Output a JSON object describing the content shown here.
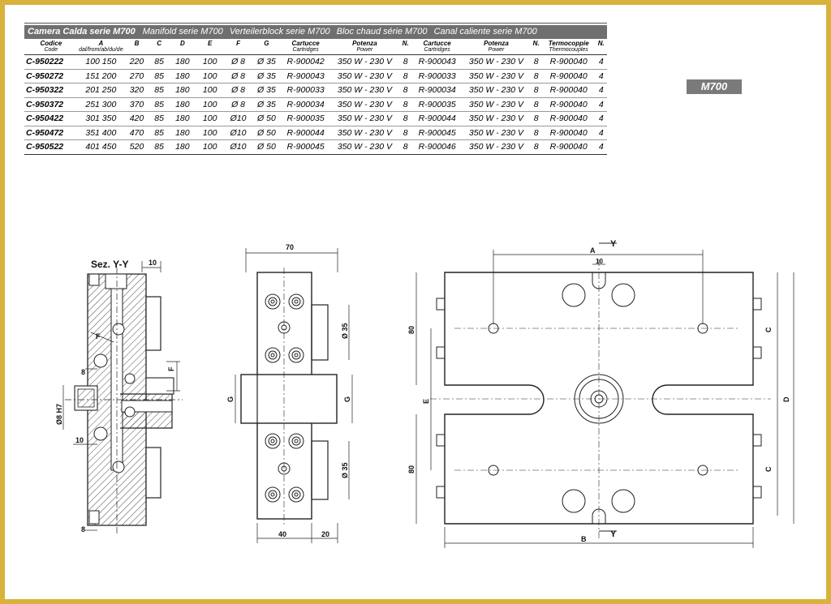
{
  "title": {
    "it": "Camera Calda serie M700",
    "en": "Manifold serie M700",
    "de": "Verteilerblock serie M700",
    "fr": "Bloc chaud série M700",
    "es": "Canal caliente serie M700"
  },
  "headers": [
    {
      "main": "Codice",
      "sub": "Code"
    },
    {
      "main": "A",
      "sub": "dal/from/ab/du/de"
    },
    {
      "main": "B",
      "sub": ""
    },
    {
      "main": "C",
      "sub": ""
    },
    {
      "main": "D",
      "sub": ""
    },
    {
      "main": "E",
      "sub": ""
    },
    {
      "main": "F",
      "sub": ""
    },
    {
      "main": "G",
      "sub": ""
    },
    {
      "main": "Cartucce",
      "sub": "Cartridges"
    },
    {
      "main": "Potenza",
      "sub": "Power"
    },
    {
      "main": "N.",
      "sub": ""
    },
    {
      "main": "Cartucce",
      "sub": "Cartridges"
    },
    {
      "main": "Potenza",
      "sub": "Power"
    },
    {
      "main": "N.",
      "sub": ""
    },
    {
      "main": "Termocoppie",
      "sub": "Thermocouples"
    },
    {
      "main": "N.",
      "sub": ""
    }
  ],
  "rows": [
    [
      "C-950222",
      "100 150",
      "220",
      "85",
      "180",
      "100",
      "Ø 8",
      "Ø 35",
      "R-900042",
      "350 W - 230 V",
      "8",
      "R-900043",
      "350 W - 230 V",
      "8",
      "R-900040",
      "4"
    ],
    [
      "C-950272",
      "151 200",
      "270",
      "85",
      "180",
      "100",
      "Ø 8",
      "Ø 35",
      "R-900043",
      "350 W - 230 V",
      "8",
      "R-900033",
      "350 W - 230 V",
      "8",
      "R-900040",
      "4"
    ],
    [
      "C-950322",
      "201 250",
      "320",
      "85",
      "180",
      "100",
      "Ø 8",
      "Ø 35",
      "R-900033",
      "350 W - 230 V",
      "8",
      "R-900034",
      "350 W - 230 V",
      "8",
      "R-900040",
      "4"
    ],
    [
      "C-950372",
      "251 300",
      "370",
      "85",
      "180",
      "100",
      "Ø 8",
      "Ø 35",
      "R-900034",
      "350 W - 230 V",
      "8",
      "R-900035",
      "350 W - 230 V",
      "8",
      "R-900040",
      "4"
    ],
    [
      "C-950422",
      "301 350",
      "420",
      "85",
      "180",
      "100",
      "Ø10",
      "Ø 50",
      "R-900035",
      "350 W - 230 V",
      "8",
      "R-900044",
      "350 W - 230 V",
      "8",
      "R-900040",
      "4"
    ],
    [
      "C-950472",
      "351 400",
      "470",
      "85",
      "180",
      "100",
      "Ø10",
      "Ø 50",
      "R-900044",
      "350 W - 230 V",
      "8",
      "R-900045",
      "350 W - 230 V",
      "8",
      "R-900040",
      "4"
    ],
    [
      "C-950522",
      "401 450",
      "520",
      "85",
      "180",
      "100",
      "Ø10",
      "Ø 50",
      "R-900045",
      "350 W - 230 V",
      "8",
      "R-900046",
      "350 W - 230 V",
      "8",
      "R-900040",
      "4"
    ]
  ],
  "badge": "M700",
  "drawing": {
    "section_label": "Sez. Y-Y",
    "dim_10": "10",
    "dim_8": "8",
    "dim_f": "F",
    "dim_d8h7": "Ø8 H7",
    "dim_70": "70",
    "dim_40": "40",
    "dim_20": "20",
    "dim_g": "G",
    "dim_d35": "Ø 35",
    "dim_a": "A",
    "dim_y": "Y",
    "dim_80": "80",
    "dim_e": "E",
    "dim_c": "C",
    "dim_d": "D",
    "dim_b": "B"
  },
  "colors": {
    "frame": "#d8b23a",
    "title_bar": "#6f6f6f",
    "badge": "#7a7a7a"
  }
}
